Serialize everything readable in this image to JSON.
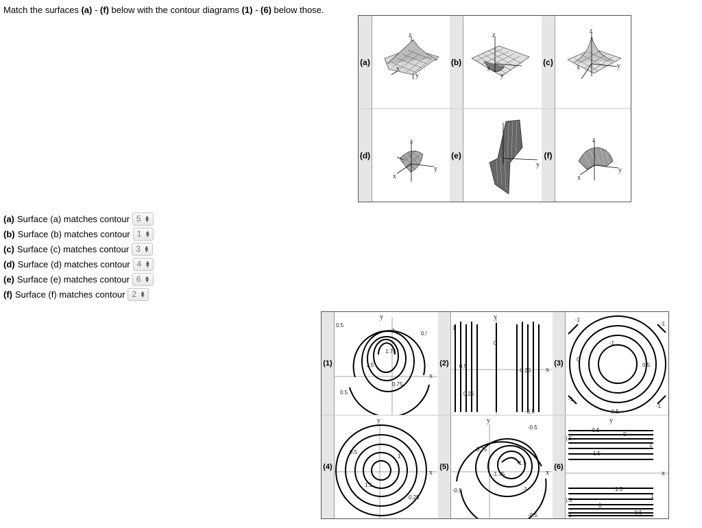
{
  "prompt": {
    "p1": "Match the surfaces ",
    "a": "(a)",
    "p2": " - ",
    "f": "(f)",
    "p3": " below with the contour diagrams ",
    "one": "(1)",
    "p4": " - ",
    "six": "(6)",
    "p5": " below those."
  },
  "surfaces": {
    "labels": [
      "(a)",
      "(b)",
      "(c)",
      "(d)",
      "(e)",
      "(f)"
    ],
    "axis_x": "x",
    "axis_y": "y",
    "axis_z": "z"
  },
  "answers": [
    {
      "tag": "(a)",
      "text": "Surface (a) matches contour",
      "value": "5"
    },
    {
      "tag": "(b)",
      "text": "Surface (b) matches contour",
      "value": "1"
    },
    {
      "tag": "(c)",
      "text": "Surface (c) matches contour",
      "value": "3"
    },
    {
      "tag": "(d)",
      "text": "Surface (d) matches contour",
      "value": "4"
    },
    {
      "tag": "(e)",
      "text": "Surface (e) matches contour",
      "value": "6"
    },
    {
      "tag": "(f)",
      "text": "Surface (f) matches contour",
      "value": "2"
    }
  ],
  "contours": {
    "labels": [
      "(1)",
      "(2)",
      "(3)",
      "(4)",
      "(5)",
      "(6)"
    ],
    "axis_x": "x",
    "axis_y": "y",
    "c1": [
      "0.5",
      "0.!",
      "1",
      "1.75",
      "1.5",
      "0.75",
      "0.5"
    ],
    "c2": [
      "1",
      "0",
      "0.5",
      "-0.25",
      "0.25",
      "-0.5"
    ],
    "c3": [
      "-1",
      "-1",
      "-1",
      "0",
      "0.5",
      "-1",
      "-0.5",
      "-1"
    ],
    "c4": [
      "0.5",
      "1",
      "1.5",
      "0.25"
    ],
    "c5": [
      "-0.5",
      "-0.75",
      "-1.5",
      "-1.75",
      "-1",
      "-0.5",
      "-0.5"
    ],
    "c6": [
      "-0.5",
      "0",
      ").5",
      "1",
      "1.5",
      "1.5",
      "1",
      ").5",
      "0",
      "-0.5",
      "-1"
    ]
  }
}
